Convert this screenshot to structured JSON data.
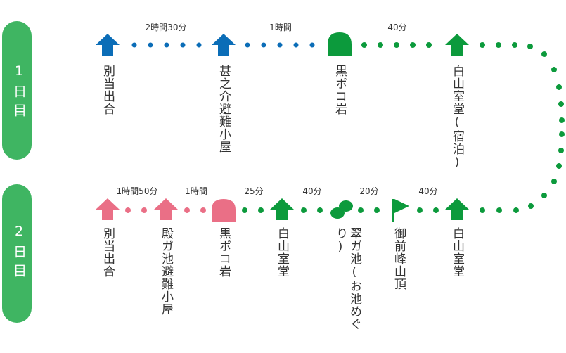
{
  "day1": {
    "label": "1日目",
    "color": "#3fb562",
    "stops": [
      "別当出合",
      "甚之介避難小屋",
      "黒ボコ岩",
      "白山室堂(宿泊)"
    ],
    "durations": [
      "2時間30分",
      "1時間",
      "40分"
    ]
  },
  "day2": {
    "label": "2日目",
    "color": "#3fb562",
    "stops": [
      "別当出合",
      "殿ガ池避難小屋",
      "黒ボコ岩",
      "白山室堂",
      "翠ガ池(お池めぐり)",
      "御前峰山頂",
      "白山室堂"
    ],
    "durations": [
      "1時間50分",
      "1時間",
      "25分",
      "40分",
      "20分",
      "40分"
    ]
  },
  "colors": {
    "blue": "#0b6db7",
    "green": "#0c9a3c",
    "pink": "#ea6f86",
    "text": "#333333"
  },
  "icons": [
    "house-icon",
    "rock-icon",
    "pond-icon",
    "summit-flag-icon"
  ]
}
